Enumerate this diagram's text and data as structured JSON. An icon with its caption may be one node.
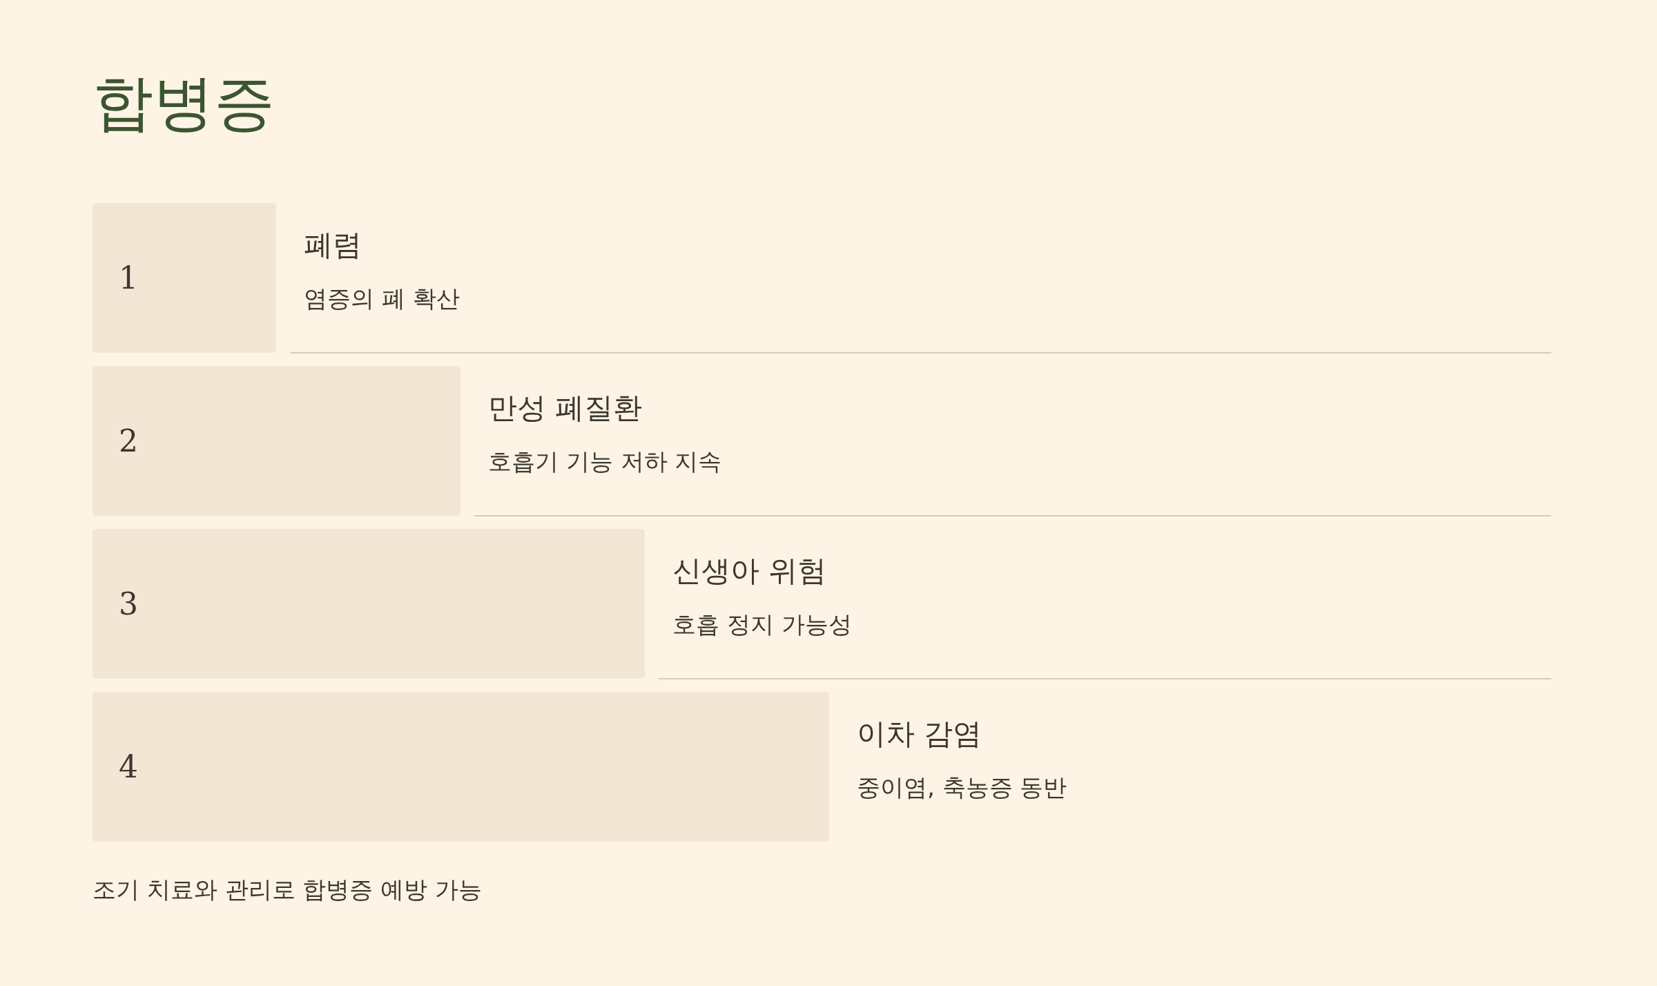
{
  "diagram": {
    "title": "합병증",
    "nodes": [
      {
        "text": [
          "1"
        ],
        "beside": [
          "폐렴",
          "염증의 폐 확산"
        ]
      },
      {
        "text": [
          "2"
        ],
        "beside": [
          "만성 폐질환",
          "호흡기 기능 저하 지속"
        ]
      },
      {
        "text": [
          "3"
        ],
        "beside": [
          "신생아 위험",
          "호흡 정지 가능성"
        ]
      },
      {
        "text": [
          "4"
        ],
        "beside": [
          "이차 감염",
          "중이염, 축농증 동반"
        ]
      }
    ],
    "edges": [],
    "caption": "조기 치료와 관리로 합병증 예방 가능"
  }
}
